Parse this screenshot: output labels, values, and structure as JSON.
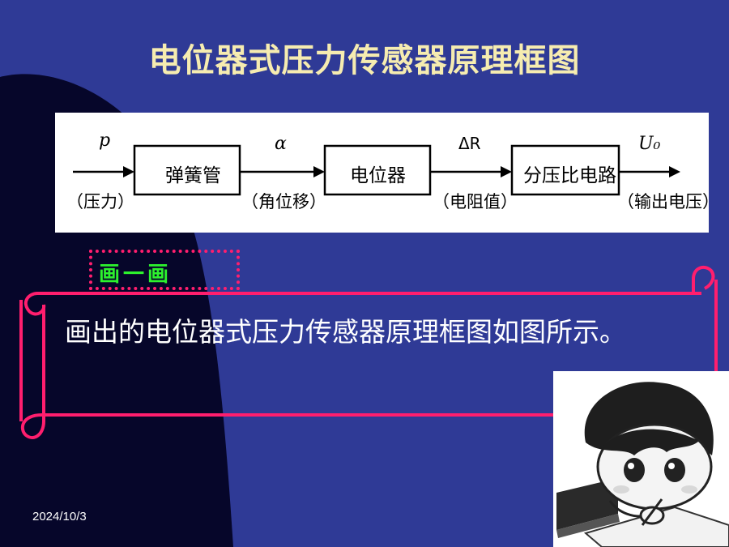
{
  "title": "电位器式压力传感器原理框图",
  "diagram": {
    "blocks": [
      "弹簧管",
      "电位器",
      "分压比电路"
    ],
    "signals": [
      {
        "symbol": "p",
        "desc": "（压力）"
      },
      {
        "symbol": "α",
        "desc": "（角位移）"
      },
      {
        "symbol": "ΔR",
        "desc": "（电阻值）"
      },
      {
        "symbol": "U₀",
        "desc": "（输出电压）"
      }
    ]
  },
  "draw_tag": "画一画",
  "body_text": "画出的电位器式压力传感器原理框图如图所示。",
  "date": "2024/10/3",
  "colors": {
    "background": "#2f3a96",
    "title": "#f6ecb0",
    "accent": "#ff1e6e",
    "tag_text": "#2df22d"
  }
}
